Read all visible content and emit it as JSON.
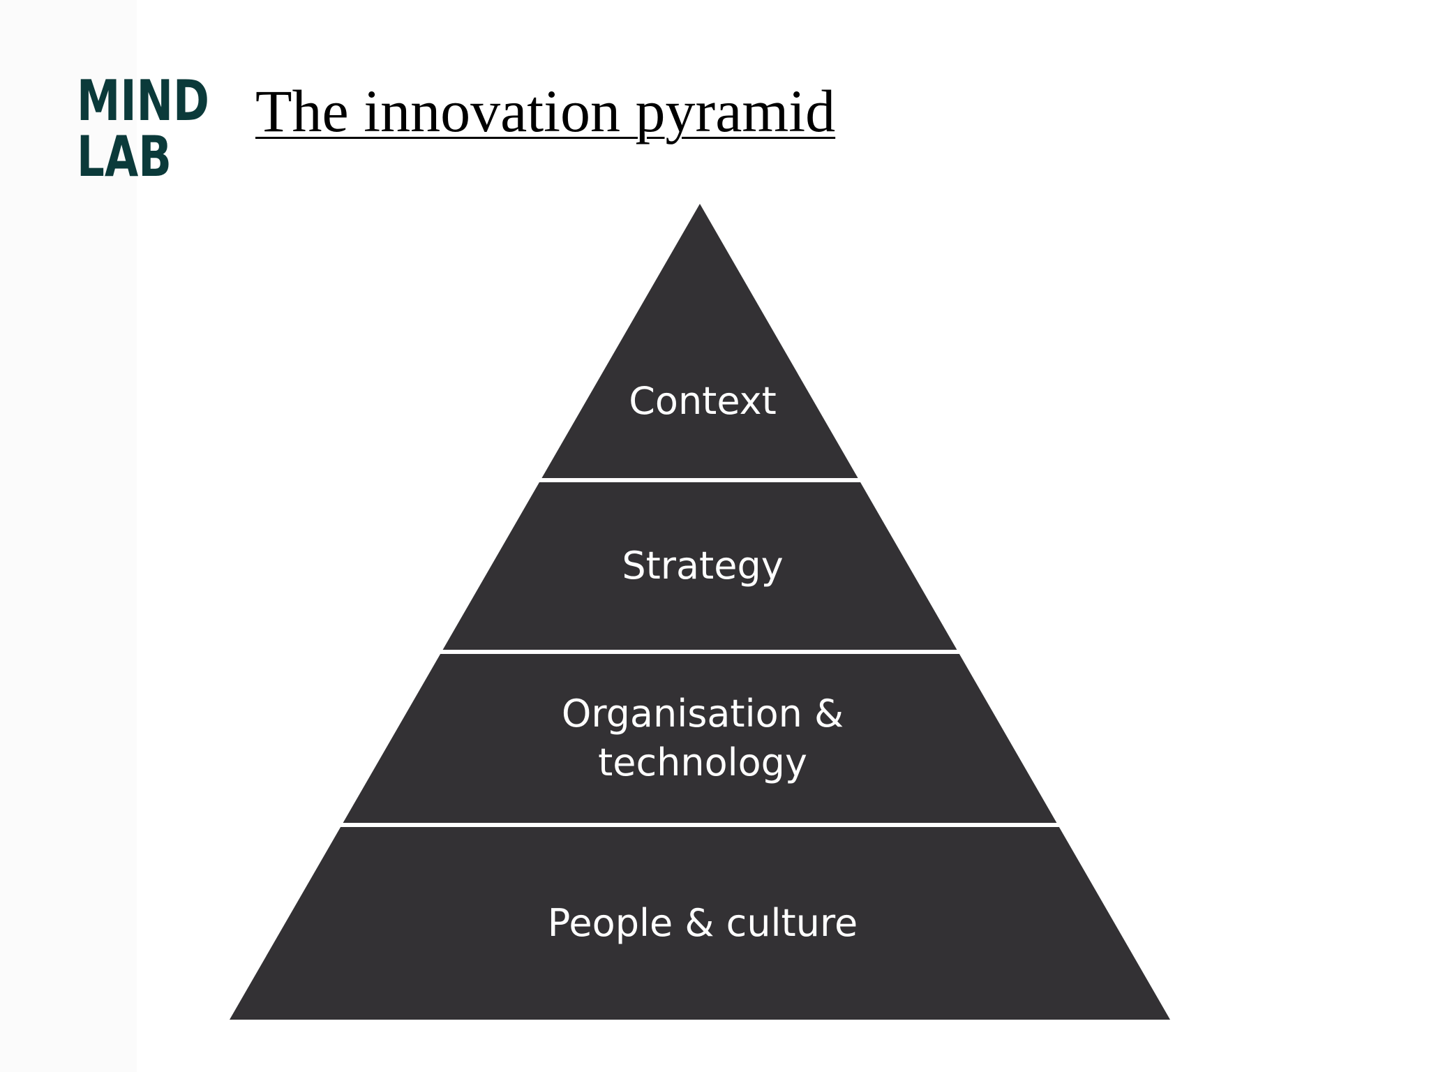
{
  "slide": {
    "title": "The innovation pyramid",
    "logo": {
      "line1": "MIND",
      "line2": "LAB"
    }
  },
  "pyramid": {
    "fill_color": "#333134",
    "layers": [
      {
        "label_lines": [
          "Context"
        ]
      },
      {
        "label_lines": [
          "Strategy"
        ]
      },
      {
        "label_lines": [
          "Organisation &",
          "technology"
        ]
      },
      {
        "label_lines": [
          "People & culture"
        ]
      }
    ]
  },
  "colors": {
    "logo": "#0b3a3a",
    "title": "#000000",
    "label": "#ffffff"
  }
}
